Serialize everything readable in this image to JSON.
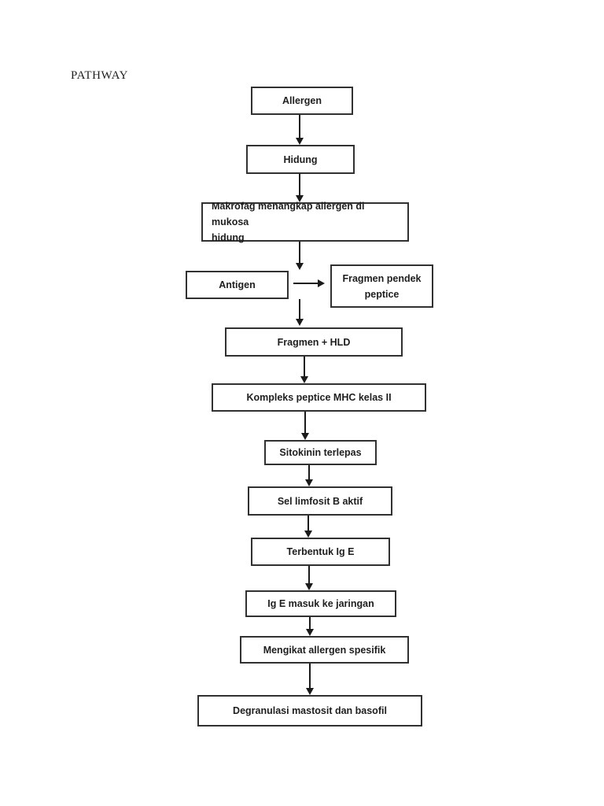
{
  "page": {
    "title": "PATHWAY",
    "background": "#ffffff"
  },
  "diagram": {
    "type": "flowchart",
    "colors": {
      "border": "#313131",
      "text": "#1e1e1e",
      "arrow": "#1a1a1a"
    },
    "nodes": [
      {
        "id": "allergen",
        "label": "Allergen"
      },
      {
        "id": "hidung",
        "label": "Hidung"
      },
      {
        "id": "makrofag",
        "label": "Makrofag menangkap allergen di mukosa\nhidung"
      },
      {
        "id": "antigen",
        "label": "Antigen"
      },
      {
        "id": "fragmen-pendek",
        "label": "Fragmen pendek\npeptice"
      },
      {
        "id": "fragmen-hld",
        "label": "Fragmen + HLD"
      },
      {
        "id": "kompleks",
        "label": "Kompleks peptice MHC kelas II"
      },
      {
        "id": "sitokinin",
        "label": "Sitokinin terlepas"
      },
      {
        "id": "sel-limfosit",
        "label": "Sel limfosit B aktif"
      },
      {
        "id": "terbentuk-ige",
        "label": "Terbentuk Ig E"
      },
      {
        "id": "ige-masuk",
        "label": "Ig E masuk ke jaringan"
      },
      {
        "id": "mengikat",
        "label": "Mengikat allergen spesifik"
      },
      {
        "id": "degranulasi",
        "label": "Degranulasi mastosit dan basofil"
      }
    ],
    "edges": [
      {
        "from": "allergen",
        "to": "hidung"
      },
      {
        "from": "hidung",
        "to": "makrofag"
      },
      {
        "from": "makrofag",
        "to": "antigen-row"
      },
      {
        "from": "antigen",
        "to": "fragmen-pendek"
      },
      {
        "from": "antigen-row",
        "to": "fragmen-hld"
      },
      {
        "from": "fragmen-hld",
        "to": "kompleks"
      },
      {
        "from": "kompleks",
        "to": "sitokinin"
      },
      {
        "from": "sitokinin",
        "to": "sel-limfosit"
      },
      {
        "from": "sel-limfosit",
        "to": "terbentuk-ige"
      },
      {
        "from": "terbentuk-ige",
        "to": "ige-masuk"
      },
      {
        "from": "ige-masuk",
        "to": "mengikat"
      },
      {
        "from": "mengikat",
        "to": "degranulasi"
      }
    ]
  }
}
